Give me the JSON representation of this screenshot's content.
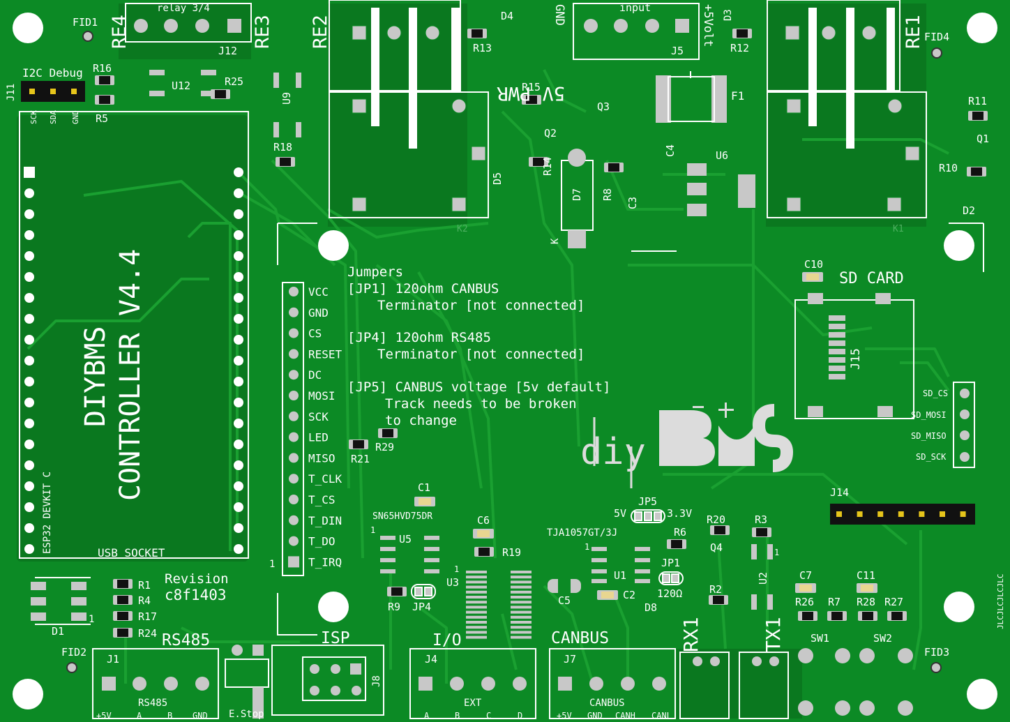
{
  "colors": {
    "pcb": "#0c8a25",
    "pcb_dark": "#0a6a1c",
    "trace": "#1aa031",
    "silk": "#ffffff",
    "pad": "#c8c8c8",
    "hole": "#ffffff",
    "header": "#111111",
    "header_pin": "#e6c51b"
  },
  "board": {
    "title_line1": "DIYBMS",
    "title_line2": "CONTROLLER V4.4",
    "revision_label": "Revision",
    "revision_value": "c8f1403",
    "jlc_mark": "JLCJLCJLCJLC",
    "logo_left": "diy",
    "logo_plus": "+",
    "logo_minus": "−",
    "esp32_label": "ESP32 DEVKIT C",
    "usb_label": "USB SOCKET",
    "pwr_label": "5V PWR",
    "sd_label": "SD CARD"
  },
  "relays": {
    "re1": "RE1",
    "re2": "RE2",
    "re3": "RE3",
    "re4": "RE4",
    "relay34": "relay 3/4",
    "k1": "K1",
    "k2": "K2"
  },
  "power_input": {
    "title": "input",
    "gnd": "GND",
    "plus5v": "+5Volt"
  },
  "i2c": {
    "title": "I2C Debug",
    "pins": [
      "SCK",
      "SDA",
      "GND"
    ]
  },
  "jumpers_note": [
    "Jumpers",
    "[JP1] 120ohm CANBUS",
    "Terminator [not connected]",
    "[JP4] 120ohm RS485",
    "Terminator [not connected]",
    "[JP5] CANBUS voltage [5v default]",
    "Track needs to be broken",
    "to change"
  ],
  "tft_pins": [
    "VCC",
    "GND",
    "CS",
    "RESET",
    "DC",
    "MOSI",
    "SCK",
    "LED",
    "MISO",
    "T_CLK",
    "T_CS",
    "T_DIN",
    "T_DO",
    "T_IRQ"
  ],
  "sd_pins": [
    "SD_CS",
    "SD_MOSI",
    "SD_MISO",
    "SD_SCK"
  ],
  "connectors": {
    "rs485_title": "RS485",
    "rs485_sub": "RS485",
    "rs485_pins": [
      "+5V",
      "A",
      "B",
      "GND"
    ],
    "estop": "E.Stop",
    "isp": "ISP",
    "io_title": "I/O",
    "io_sub": "EXT",
    "io_pins": [
      "A",
      "B",
      "C",
      "D"
    ],
    "can_title": "CANBUS",
    "can_sub": "CANBUS",
    "can_pins": [
      "+5V",
      "GND",
      "CANH",
      "CANL"
    ],
    "rx1": "RX1",
    "tx1": "TX1",
    "sw1": "SW1",
    "sw2": "SW2"
  },
  "ic_labels": {
    "u5_part": "SN65HVD75DR",
    "u1_part": "TJA1057GT/3J",
    "jp5_5v": "5V",
    "jp5_33v": "3.3V",
    "jp1_val": "120Ω"
  },
  "refdes": {
    "J11": "J11",
    "J12": "J12",
    "J5": "J5",
    "J15": "J15",
    "J14": "J14",
    "J1": "J1",
    "J4": "J4",
    "J7": "J7",
    "J8": "J8",
    "U12": "U12",
    "U9": "U9",
    "U6": "U6",
    "U5": "U5",
    "U3": "U3",
    "U1": "U1",
    "U2": "U2",
    "R16": "R16",
    "R5": "R5",
    "R25": "R25",
    "R18": "R18",
    "R13": "R13",
    "R15": "R15",
    "R14": "R14",
    "R8": "R8",
    "R12": "R12",
    "R11": "R11",
    "R10": "R10",
    "R21": "R21",
    "R29": "R29",
    "R19": "R19",
    "R9": "R9",
    "R20": "R20",
    "R3": "R3",
    "R6": "R6",
    "R2": "R2",
    "R26": "R26",
    "R7": "R7",
    "R28": "R28",
    "R27": "R27",
    "R1": "R1",
    "R4": "R4",
    "R17": "R17",
    "R24": "R24",
    "C1": "C1",
    "C6": "C6",
    "C5": "C5",
    "C2": "C2",
    "C3": "C3",
    "C4": "C4",
    "C7": "C7",
    "C10": "C10",
    "C11": "C11",
    "D1": "D1",
    "D2": "D2",
    "D3": "D3",
    "D4": "D4",
    "D5": "D5",
    "D7": "D7",
    "D8": "D8",
    "Q1": "Q1",
    "Q2": "Q2",
    "Q3": "Q3",
    "Q4": "Q4",
    "JP1": "JP1",
    "JP4": "JP4",
    "JP5": "JP5",
    "F1": "F1",
    "FID1": "FID1",
    "FID2": "FID2",
    "FID3": "FID3",
    "FID4": "FID4",
    "one": "1",
    "plus": "+",
    "k": "K"
  }
}
